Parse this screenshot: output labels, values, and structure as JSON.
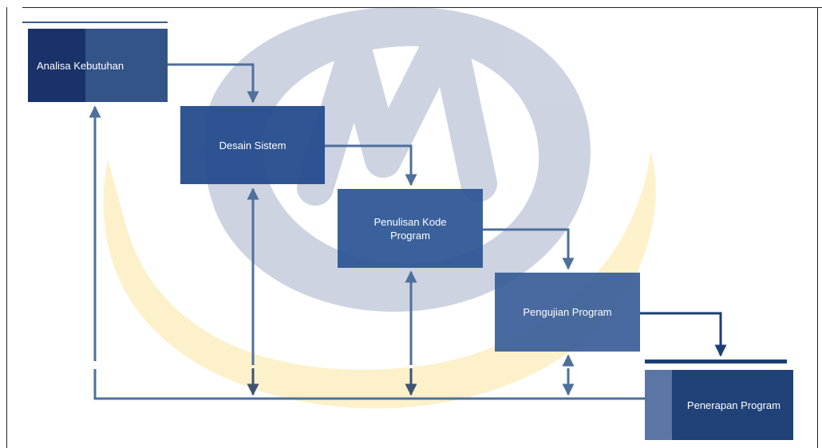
{
  "colors": {
    "box_dark": "#1d3e73",
    "box_mid": "#2a5494",
    "connector": "#53739c",
    "connector_dark": "#3e5470",
    "watermark_blue": "#23408a",
    "watermark_yellow": "#f5c418"
  },
  "steps": [
    {
      "id": "analisa",
      "label": "Analisa Kebutuhan"
    },
    {
      "id": "desain",
      "label": "Desain Sistem"
    },
    {
      "id": "penulisan",
      "label": "Penulisan Kode Program"
    },
    {
      "id": "pengujian",
      "label": "Pengujian Program"
    },
    {
      "id": "penerapan",
      "label": "Penerapan Program"
    }
  ],
  "icons": {
    "watermark": "circle-logo-watermark"
  }
}
